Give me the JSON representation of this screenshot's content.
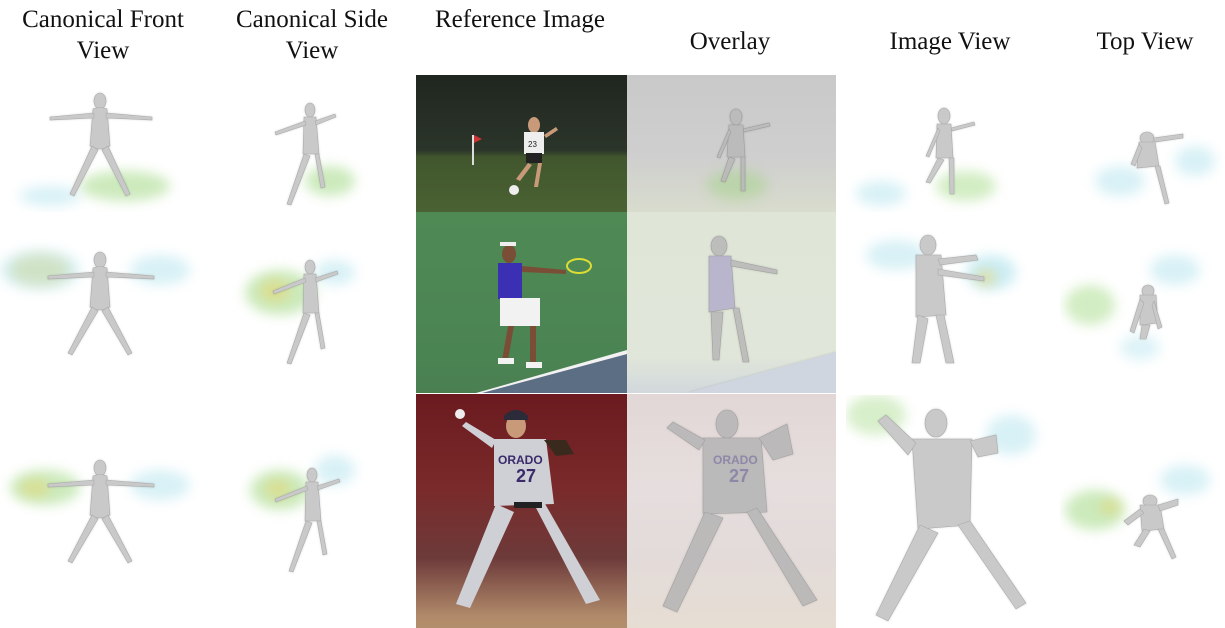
{
  "headers": {
    "front": "Canonical Front View",
    "side": "Canonical Side View",
    "ref": "Reference Image",
    "overlay": "Overlay",
    "image_view": "Image View",
    "top": "Top View"
  },
  "photo_texts": {
    "jersey_number_1": "23",
    "jersey_text_3": "ORADO",
    "jersey_number_3": "27"
  },
  "colors": {
    "mesh": "#c9c9c9",
    "heat_green": "#8fd16a",
    "heat_cyan": "#8fd6e6",
    "heat_yellow": "#e8d36a"
  }
}
